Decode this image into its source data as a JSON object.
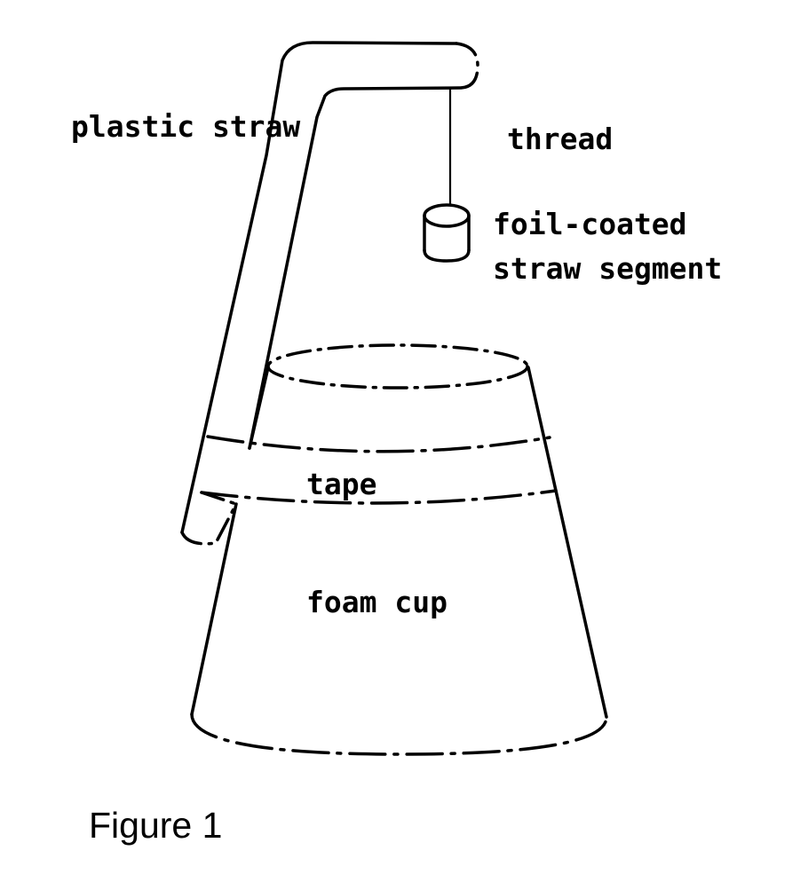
{
  "figure": {
    "caption": "Figure 1",
    "labels": {
      "straw": "plastic straw",
      "thread": "thread",
      "segment_line1": "foil-coated",
      "segment_line2": "straw segment",
      "tape": "tape",
      "cup": "foam cup"
    }
  }
}
